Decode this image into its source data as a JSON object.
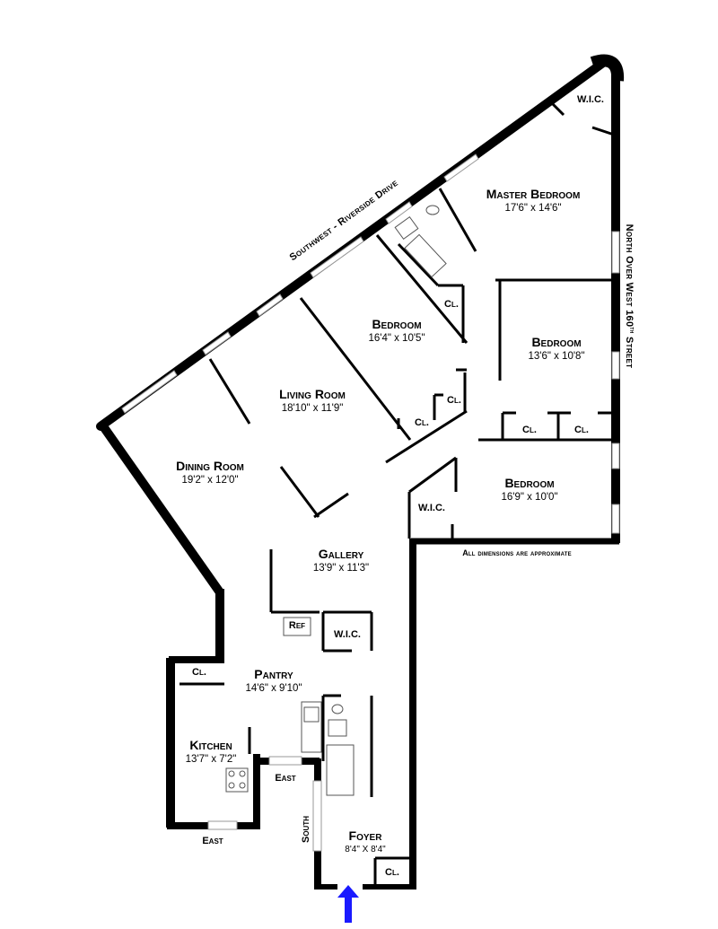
{
  "rooms": {
    "master_bedroom": {
      "name": "Master Bedroom",
      "dims": "17'6\" x 14'6\""
    },
    "bedroom_1": {
      "name": "Bedroom",
      "dims": "16'4\" x 10'5\""
    },
    "bedroom_2": {
      "name": "Bedroom",
      "dims": "13'6\" x 10'8\""
    },
    "bedroom_3": {
      "name": "Bedroom",
      "dims": "16'9\" x 10'0\""
    },
    "living_room": {
      "name": "Living Room",
      "dims": "18'10\" x 11'9\""
    },
    "dining_room": {
      "name": "Dining Room",
      "dims": "19'2\" x 12'0\""
    },
    "gallery": {
      "name": "Gallery",
      "dims": "13'9\" x 11'3\""
    },
    "pantry": {
      "name": "Pantry",
      "dims": "14'6\" x 9'10\""
    },
    "kitchen": {
      "name": "Kitchen",
      "dims": "13'7\" x 7'2\""
    },
    "foyer": {
      "name": "Foyer",
      "dims": "8'4\" X 8'4\""
    }
  },
  "small_labels": {
    "wic_master": "W.I.C.",
    "cl_bath": "Cl.",
    "cl_living_1": "Cl.",
    "cl_living_2": "Cl.",
    "cl_bed2_1": "Cl.",
    "cl_bed2_2": "Cl.",
    "wic_bed3": "W.I.C.",
    "ref": "Ref",
    "wic_gallery": "W.I.C.",
    "cl_kitchen": "Cl.",
    "cl_foyer": "Cl."
  },
  "exposures": {
    "southwest": "Southwest - Riverside Drive",
    "north": "North Over West 160",
    "north_sup": "th",
    "north_end": " Street",
    "east_kitchen": "East",
    "east_pantry": "East",
    "south": "South"
  },
  "note": "All dimensions are approximate",
  "colors": {
    "wall": "#000000",
    "entry_arrow": "#1a1aff",
    "window": "#ffffff"
  },
  "icons": [
    "entry-arrow-icon",
    "bathtub-icon",
    "sink-icon",
    "toilet-icon",
    "stove-icon",
    "refrigerator-icon"
  ]
}
